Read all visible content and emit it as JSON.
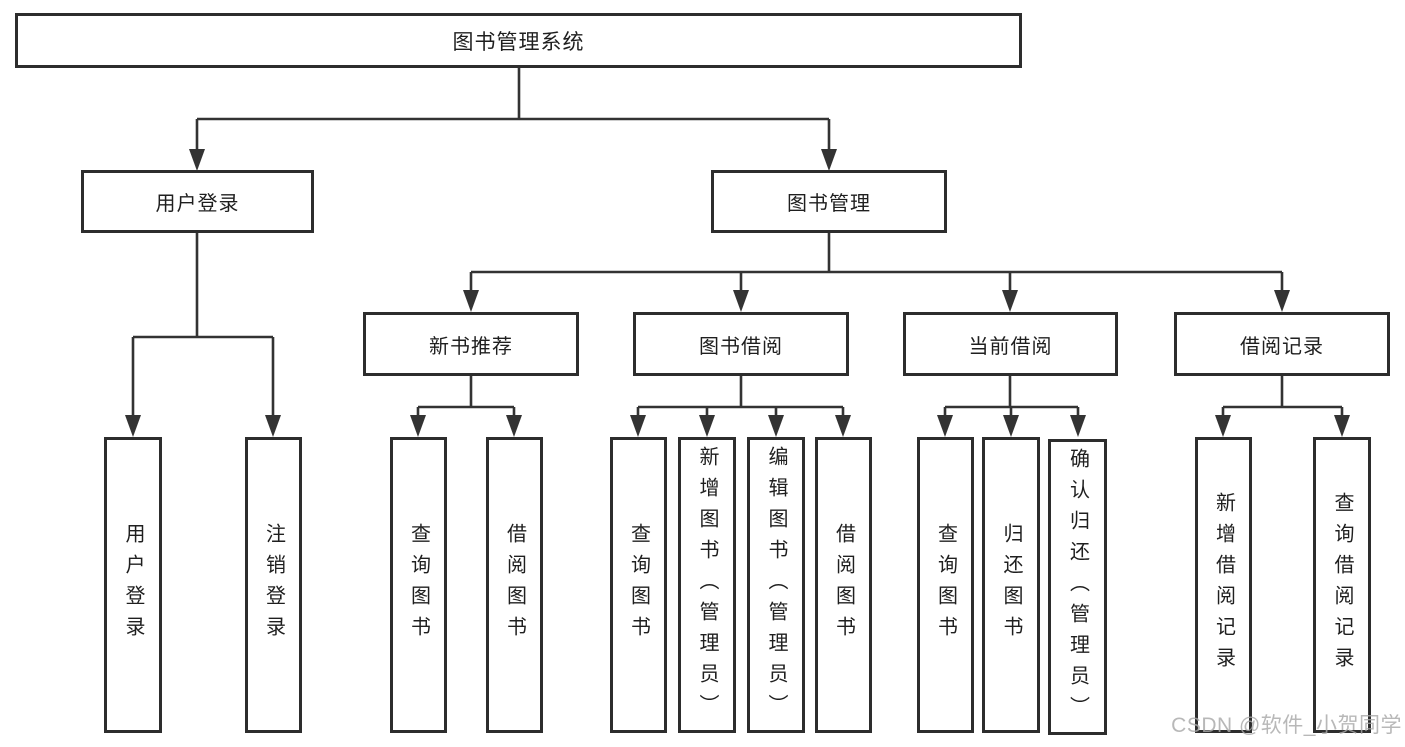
{
  "tree": {
    "root": {
      "label": "图书管理系统",
      "children": [
        {
          "label": "用户登录",
          "children": [
            {
              "label": "用户登录"
            },
            {
              "label": "注销登录"
            }
          ]
        },
        {
          "label": "图书管理",
          "children": [
            {
              "label": "新书推荐",
              "children": [
                {
                  "label": "查询图书"
                },
                {
                  "label": "借阅图书"
                }
              ]
            },
            {
              "label": "图书借阅",
              "children": [
                {
                  "label": "查询图书"
                },
                {
                  "label": "新增图书（管理员）"
                },
                {
                  "label": "编辑图书（管理员）"
                },
                {
                  "label": "借阅图书"
                }
              ]
            },
            {
              "label": "当前借阅",
              "children": [
                {
                  "label": "查询图书"
                },
                {
                  "label": "归还图书"
                },
                {
                  "label": "确认归还（管理员）"
                }
              ]
            },
            {
              "label": "借阅记录",
              "children": [
                {
                  "label": "新增借阅记录"
                },
                {
                  "label": "查询借阅记录"
                }
              ]
            }
          ]
        }
      ]
    }
  },
  "watermark": "CSDN @软件_小贺同学",
  "colors": {
    "line": "#333333",
    "border": "#2d2d2d",
    "text": "#1f1f1f",
    "background": "#ffffff",
    "watermark": "#a9a9a9"
  }
}
